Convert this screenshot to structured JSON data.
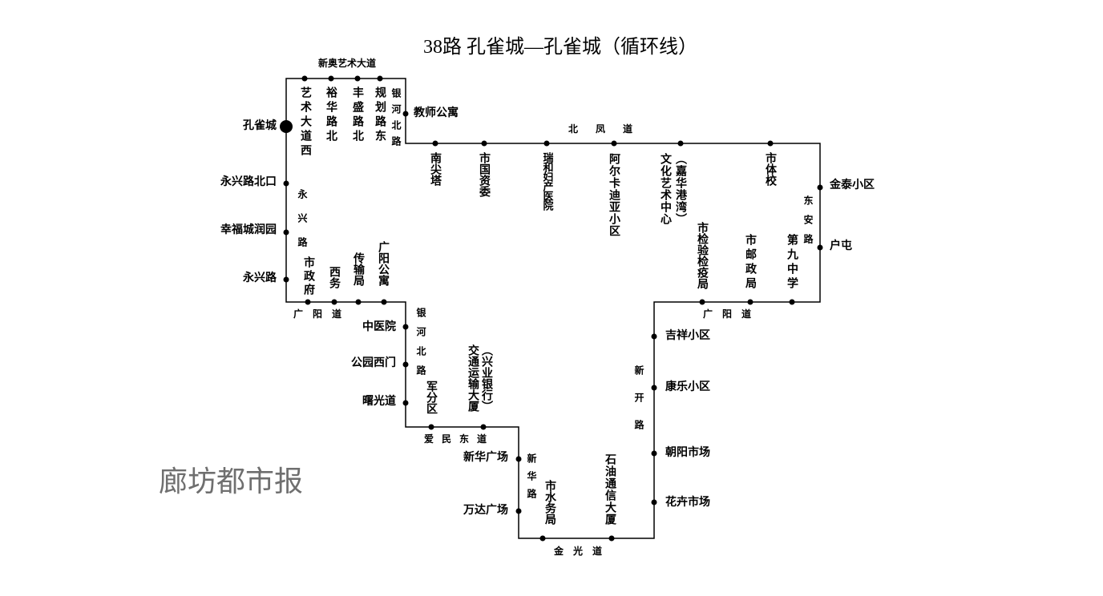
{
  "title": "38路  孔雀城—孔雀城（循环线）",
  "watermark": "廊坊都市报",
  "colors": {
    "line": "#000000",
    "watermark": "#6f6f6f"
  },
  "stops": [
    {
      "name": "孔雀城",
      "terminal": true
    },
    {
      "name": "艺术大道西"
    },
    {
      "name": "裕华路北"
    },
    {
      "name": "丰盛路北"
    },
    {
      "name": "规划路东"
    },
    {
      "name": "教师公寓"
    },
    {
      "name": "南尖塔"
    },
    {
      "name": "市国资委"
    },
    {
      "name": "瑞和妇产医院"
    },
    {
      "name": "阿尔卡迪亚小区"
    },
    {
      "name": "文化艺术中心",
      "sub": "（嘉华港湾）"
    },
    {
      "name": "市体校"
    },
    {
      "name": "金泰小区"
    },
    {
      "name": "户屯"
    },
    {
      "name": "第九中学"
    },
    {
      "name": "市邮政局"
    },
    {
      "name": "市检验检疫局"
    },
    {
      "name": "吉祥小区"
    },
    {
      "name": "康乐小区"
    },
    {
      "name": "朝阳市场"
    },
    {
      "name": "花卉市场"
    },
    {
      "name": "石油通信大厦"
    },
    {
      "name": "市水务局"
    },
    {
      "name": "万达广场"
    },
    {
      "name": "新华广场"
    },
    {
      "name": "交通运输大厦",
      "sub": "（兴业银行）"
    },
    {
      "name": "军分区"
    },
    {
      "name": "曙光道"
    },
    {
      "name": "公园西门"
    },
    {
      "name": "中医院"
    },
    {
      "name": "广阳公寓"
    },
    {
      "name": "传输局"
    },
    {
      "name": "西务"
    },
    {
      "name": "市政府"
    },
    {
      "name": "永兴路"
    },
    {
      "name": "幸福城润园"
    },
    {
      "name": "永兴路北口"
    }
  ],
  "roads": [
    {
      "name": "新奥艺术大道"
    },
    {
      "name": "银河北路"
    },
    {
      "name": "北凤道"
    },
    {
      "name": "东安路"
    },
    {
      "name": "广阳道"
    },
    {
      "name": "新开路"
    },
    {
      "name": "金光道"
    },
    {
      "name": "新华路"
    },
    {
      "name": "爱民东道"
    },
    {
      "name": "银河北路"
    },
    {
      "name": "广阳道"
    },
    {
      "name": "永兴路"
    }
  ]
}
